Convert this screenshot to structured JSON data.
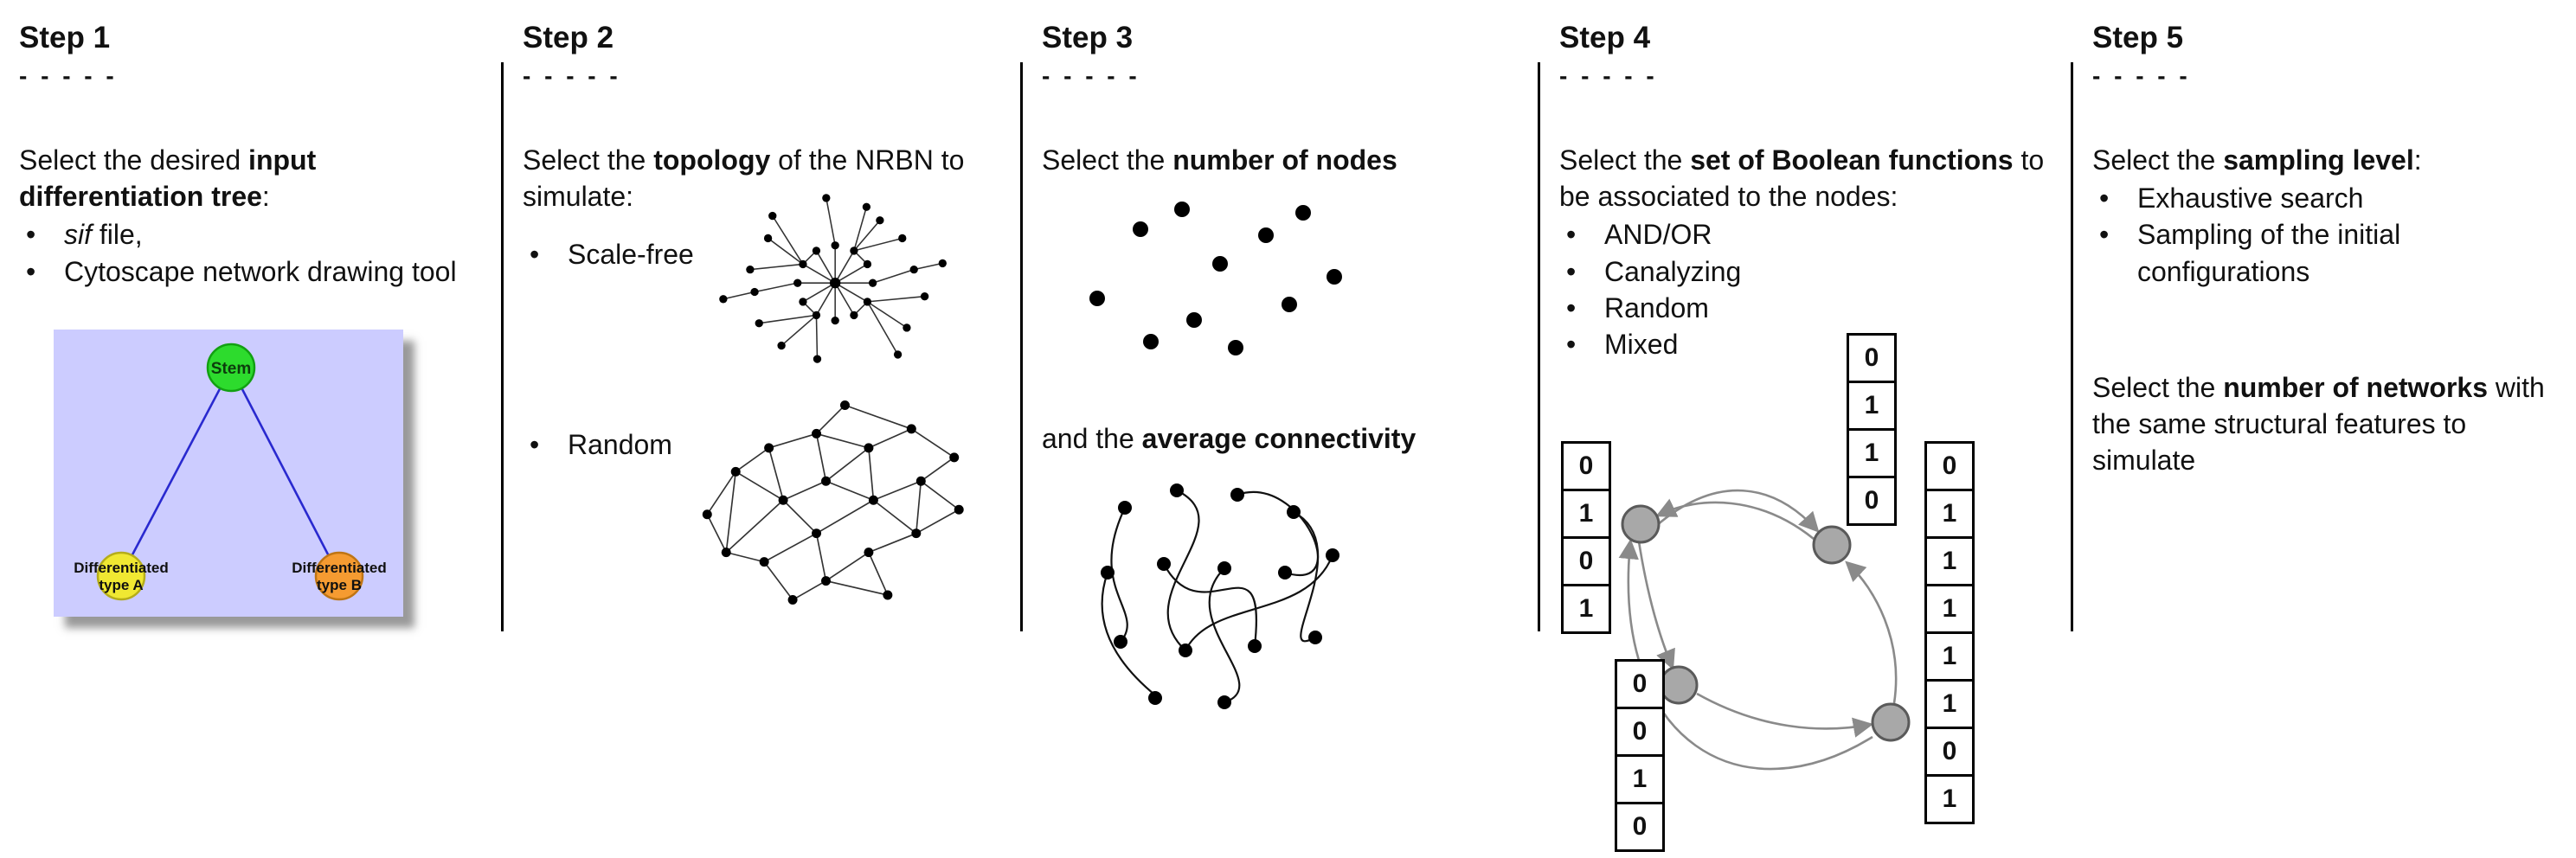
{
  "colors": {
    "divider": "#000000",
    "tree_bg": "#ccccff",
    "stem_fill": "#2ddb2d",
    "stem_stroke": "#12a012",
    "type_a_fill": "#f0e832",
    "type_a_stroke": "#b5ad1a",
    "type_b_fill": "#f59b31",
    "type_b_stroke": "#bf7514",
    "edge_blue": "#2929cf",
    "node_gray": "#a8a8a8",
    "node_gray_stroke": "#5a5a5a",
    "arrow_gray": "#8a8a8a"
  },
  "steps": [
    {
      "title": "Step 1",
      "dashes": "- - - - -",
      "intro": {
        "pre": "Select the desired ",
        "bold": "input differentiation tree",
        "post": ":"
      },
      "bullet1": {
        "italic": "sif",
        "rest": " file,"
      },
      "bullet2": "Cytoscape network drawing tool",
      "tree": {
        "root": "Stem",
        "left_label_line1": "Differentiated",
        "left_label_line2": "type A",
        "right_label_line1": "Differentiated",
        "right_label_line2": "type B"
      }
    },
    {
      "title": "Step 2",
      "dashes": "- - - - -",
      "intro": {
        "pre": "Select the ",
        "bold": "topology",
        "post": " of the NRBN to simulate:"
      },
      "bullet1": "Scale-free",
      "bullet2": "Random"
    },
    {
      "title": "Step 3",
      "dashes": "- - - - -",
      "line1": {
        "pre": "Select the ",
        "bold": "number of nodes"
      },
      "line2": {
        "pre": "and the ",
        "bold": "average connectivity"
      }
    },
    {
      "title": "Step 4",
      "dashes": "- - - - -",
      "intro": {
        "pre": "Select the ",
        "bold": "set of Boolean functions",
        "post": " to be associated to the nodes:"
      },
      "bullets": [
        "AND/OR",
        "Canalyzing",
        "Random",
        "Mixed"
      ],
      "tables": {
        "left": [
          "0",
          "1",
          "0",
          "1"
        ],
        "top": [
          "0",
          "1",
          "1",
          "0"
        ],
        "right": [
          "0",
          "1",
          "1",
          "1",
          "1",
          "1",
          "0",
          "1"
        ],
        "bottom": [
          "0",
          "0",
          "1",
          "0"
        ]
      }
    },
    {
      "title": "Step 5",
      "dashes": "- - - - -",
      "intro": {
        "pre": "Select the ",
        "bold": "sampling level",
        "post": ":"
      },
      "bullets": [
        "Exhaustive search",
        "Sampling of the initial configurations"
      ],
      "para2": {
        "pre": "Select the ",
        "bold": "number of networks",
        "post": " with the same structural features to simulate"
      }
    }
  ]
}
